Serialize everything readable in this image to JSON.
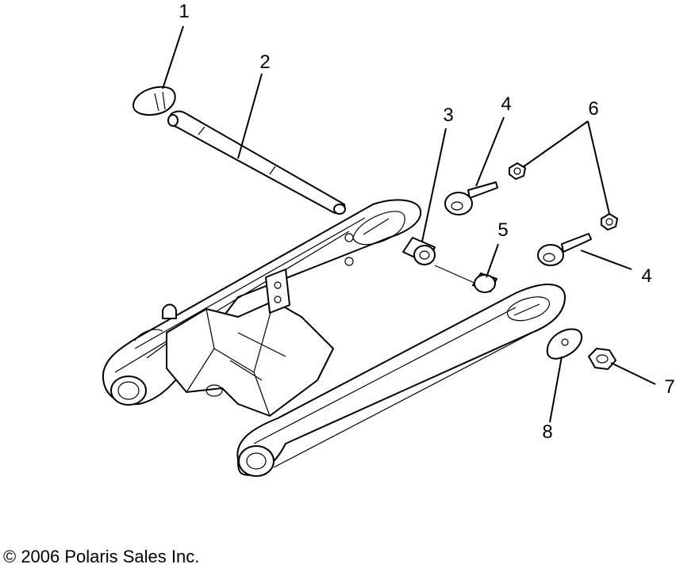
{
  "diagram": {
    "callouts": [
      {
        "id": "c1",
        "label": "1"
      },
      {
        "id": "c2",
        "label": "2"
      },
      {
        "id": "c3",
        "label": "3"
      },
      {
        "id": "c4a",
        "label": "4"
      },
      {
        "id": "c4b",
        "label": "4"
      },
      {
        "id": "c5",
        "label": "5"
      },
      {
        "id": "c6",
        "label": "6"
      },
      {
        "id": "c7",
        "label": "7"
      },
      {
        "id": "c8",
        "label": "8"
      }
    ]
  },
  "footer": {
    "copyright": "© 2006 Polaris Sales Inc."
  }
}
